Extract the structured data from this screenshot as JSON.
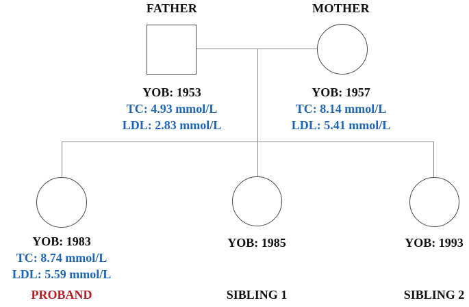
{
  "colors": {
    "lipid_value_blue": "#1E64B4",
    "proband_red": "#B01E23",
    "connector_gray": "#8a8a8a",
    "shape_outline": "#454547",
    "text_black": "#101010",
    "background": "#ffffff"
  },
  "individuals": {
    "father": {
      "name": "FATHER",
      "symbol": "square-male",
      "yob": "YOB: 1953",
      "tc": "TC: 4.93 mmol/L",
      "ldl": "LDL: 2.83 mmol/L"
    },
    "mother": {
      "name": "MOTHER",
      "symbol": "circle-female",
      "yob": "YOB: 1957",
      "tc": "TC: 8.14 mmol/L",
      "ldl": "LDL: 5.41 mmol/L"
    },
    "proband": {
      "role": "PROBAND",
      "symbol": "circle-female",
      "yob": "YOB: 1983",
      "tc": "TC: 8.74 mmol/L",
      "ldl": "LDL: 5.59 mmol/L"
    },
    "sibling1": {
      "role": "SIBLING 1",
      "symbol": "circle-female",
      "yob": "YOB: 1985"
    },
    "sibling2": {
      "role": "SIBLING 2",
      "symbol": "circle-female",
      "yob": "YOB: 1993"
    }
  }
}
